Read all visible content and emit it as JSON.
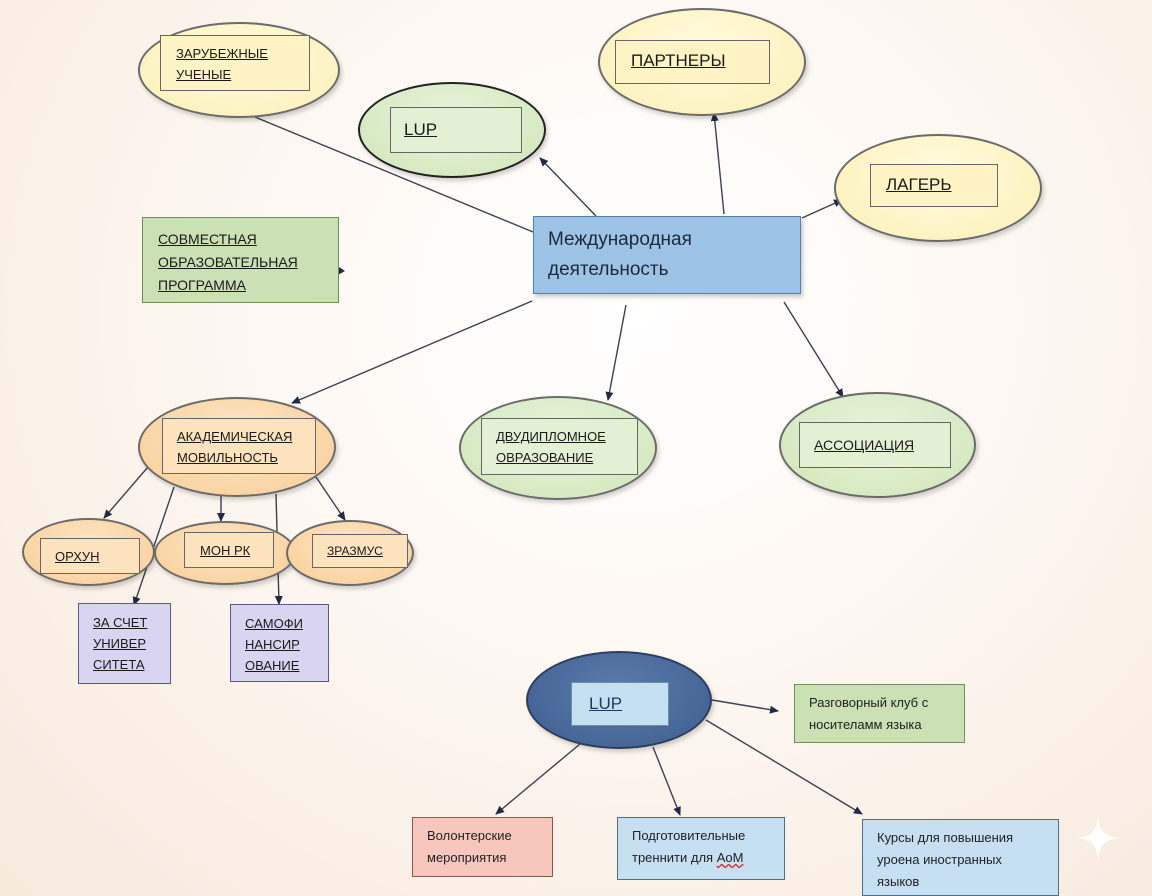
{
  "center": {
    "line1": "Международная",
    "line2": "деятельность"
  },
  "foreign_scientists": {
    "line1": "ЗАРУБЕЖНЫЕ",
    "line2": "УЧЕНЫЕ"
  },
  "lup_top": "LUP",
  "partners": "ПАРТНЕРЫ",
  "camp": "ЛАГЕРЬ",
  "joint_program": {
    "line1": "СОВМЕСТНАЯ",
    "line2": "ОБРАЗОВАТЕЛЬНАЯ",
    "line3": "ПРОГРАММА"
  },
  "academic_mobility": {
    "line1": "АКАДЕМИЧЕСКАЯ",
    "line2": "МОВИЛЬНОСТЬ"
  },
  "double_degree": {
    "line1": "ДВУДИПЛОМНОЕ",
    "line2": "ОВРАЗОВАНИЕ"
  },
  "association": "АССОЦИАЦИЯ",
  "orkhun": "ОРХУН",
  "mon_rk": "МОН РК",
  "erasmus": "ЗРАЗМУС",
  "university_funded": {
    "line1": "ЗА СЧЕТ",
    "line2": "УНИВЕР",
    "line3": "СИТЕТА"
  },
  "self_funded": {
    "line1": "САМОФИ",
    "line2": "НАНСИР",
    "line3": "ОВАНИЕ"
  },
  "lup_bottom": "LUP",
  "speaking_club": {
    "line1": "Разговорный клуб с",
    "line2": "носителамм языка"
  },
  "volunteer": {
    "line1": "Волонтерские",
    "line2": "мероприятия"
  },
  "prep_training": {
    "line1": "Подготовительные",
    "line2": "треннити для ",
    "line2_marked": "АоМ"
  },
  "language_courses": {
    "line1": "Курсы для повышения",
    "line2": "уроена иностранных",
    "line3": "языков"
  },
  "colors": {
    "center_fill": "#9dc3e6",
    "yellow_oval": "#fcefb4",
    "green_oval": "#cfe6b8",
    "orange_oval": "#f8cd95",
    "navy_oval": "#3d5d8f",
    "arrow": "#3b4150"
  }
}
